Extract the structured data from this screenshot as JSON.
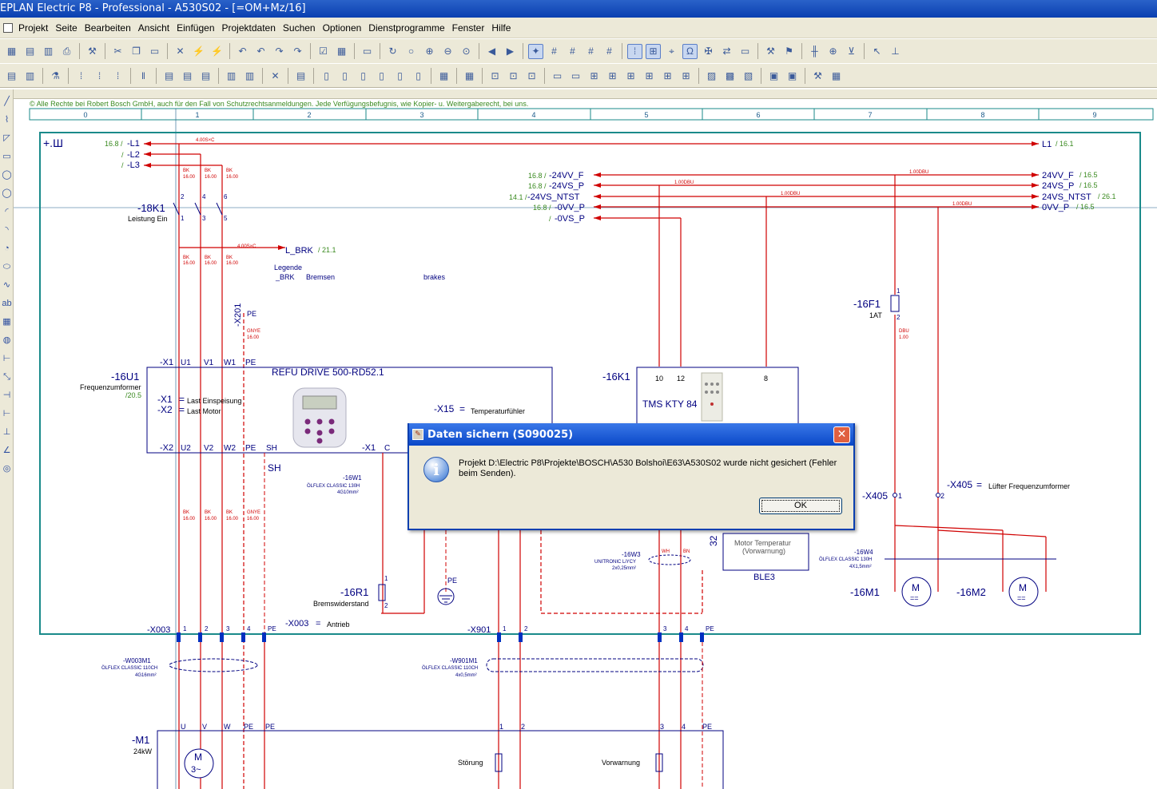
{
  "window": {
    "title": "EPLAN Electric P8 - Professional - A530S02 - [=OM+Mz/16]"
  },
  "menu": [
    "Projekt",
    "Seite",
    "Bearbeiten",
    "Ansicht",
    "Einfügen",
    "Projektdaten",
    "Suchen",
    "Optionen",
    "Dienstprogramme",
    "Fenster",
    "Hilfe"
  ],
  "drawing": {
    "copyright": "© Alle Rechte bei Robert Bosch GmbH, auch für den Fall von Schutzrechtsanmeldungen. Jede Verfügungsbefugnis, wie Kopier- u. Weitergaberecht, bei uns.",
    "columns": [
      "0",
      "1",
      "2",
      "3",
      "4",
      "5",
      "6",
      "7",
      "8",
      "9"
    ],
    "location": "+.Ш",
    "left_potentials": [
      {
        "ref": "16.8 /",
        "name": "-L1"
      },
      {
        "ref": "/",
        "name": "-L2"
      },
      {
        "ref": "/",
        "name": "-L3"
      }
    ],
    "right_l1": {
      "name": "L1",
      "ref": "/ 16.1"
    },
    "supply_left": [
      {
        "ref": "16.8 /",
        "name": "-24VV_F"
      },
      {
        "ref": "16.8 /",
        "name": "-24VS_P"
      },
      {
        "ref": "14.1 /",
        "name": "-24VS_NTST"
      },
      {
        "ref": "16.8 /",
        "name": "-0VV_P"
      },
      {
        "ref": "/",
        "name": "-0VS_P"
      }
    ],
    "supply_right": [
      {
        "name": "24VV_F",
        "ref": "/ 16.5"
      },
      {
        "name": "24VS_P",
        "ref": "/ 16.5"
      },
      {
        "name": "24VS_NTST",
        "ref": "/ 26.1"
      },
      {
        "name": "0VV_P",
        "ref": "/ 16.5"
      }
    ],
    "wire_labels": {
      "w4": "4.00S×C",
      "w1bu": "1.00DBU",
      "bk": "BK",
      "sz": "16.00",
      "gnye": "GNYE",
      "dbu": "DBU",
      "dbusz": "1.00",
      "wh": "WH",
      "bn": "BN"
    },
    "k1": {
      "tag": "-18K1",
      "desc": "Leistung Ein",
      "pins_top": [
        "2",
        "4",
        "6"
      ],
      "pins_bot": [
        "1",
        "3",
        "5"
      ]
    },
    "lbrk": {
      "name": "L_BRK",
      "ref": "/ 21.1"
    },
    "legend": {
      "title": "Legende",
      "key": "_BRK",
      "de": "Bremsen",
      "en": "brakes"
    },
    "x201": {
      "tag": "-X201",
      "pe": "PE"
    },
    "u1": {
      "tag": "-16U1",
      "desc": "Frequenzumformer",
      "ref": "/20.5",
      "title": "REFU DRIVE 500-RD52.1",
      "x1": "-X1",
      "x2": "-X2",
      "x15": "-X15",
      "x1desc": "Last Einspeisung",
      "x2desc": "Last Motor",
      "x15desc": "Temperaturfühler",
      "top_pins": [
        "U1",
        "V1",
        "W1",
        "PE"
      ],
      "bot_pins": [
        "U2",
        "V2",
        "W2",
        "PE",
        "SH"
      ],
      "x1c": "-X1",
      "c": "C",
      "sh": "SH"
    },
    "k16": {
      "tag": "-16K1",
      "title": "TMS KTY 84",
      "p10": "10",
      "p12": "12",
      "p8": "8"
    },
    "f1": {
      "tag": "-16F1",
      "rating": "1AT",
      "p1": "1",
      "p2": "2"
    },
    "x405": {
      "tag1": "-X405",
      "p1": "1",
      "tag2": "-X405",
      "p2": "2",
      "desc": "Lüfter Frequenzumformer"
    },
    "w1": {
      "tag": "-16W1",
      "type": "ÖLFLEX CLASSIC 130H",
      "size": "4G10mm²"
    },
    "r1": {
      "tag": "-16R1",
      "desc": "Bremswiderstand",
      "p1": "1",
      "p2": "2"
    },
    "pe_ground": "PE",
    "w3": {
      "tag": "-16W3",
      "type": "UNITRONIC LiYCY",
      "size": "2x0,25mm²"
    },
    "w4": {
      "tag": "-16W4",
      "type": "ÖLFLEX CLASSIC 130H",
      "size": "4X1,5mm²"
    },
    "motemp": {
      "text1": "Motor Temperatur",
      "text2": "(Vorwarnung)",
      "tag": "BLE3",
      "num": "32"
    },
    "m1": {
      "tag": "-16M1",
      "m": "M",
      "eq": "=="
    },
    "m2": {
      "tag": "-16M2",
      "m": "M",
      "eq": "=="
    },
    "x003": {
      "tag": "-X003",
      "desc": "Antrieb",
      "pins": [
        "1",
        "2",
        "3",
        "4",
        "PE"
      ]
    },
    "x901": {
      "tag": "-X901",
      "pins": [
        "1",
        "2",
        "3",
        "4",
        "PE"
      ]
    },
    "w003": {
      "tag": "-W003M1",
      "type": "ÖLFLEX CLASSIC 110CH",
      "size": "4G16mm²"
    },
    "w901": {
      "tag": "-W901M1",
      "type": "ÖLFLEX CLASSIC 110CH",
      "size": "4x0,5mm²"
    },
    "motor": {
      "tag": "-M1",
      "power": "24kW",
      "m": "M",
      "ph": "3~",
      "pins": [
        "U",
        "V",
        "W",
        "PE",
        "PE"
      ],
      "p1": "1",
      "p2": "2",
      "p3": "3",
      "p4": "4",
      "pe": "PE",
      "stoerung": "Störung",
      "vorwarnung": "Vorwarnung"
    }
  },
  "dialog": {
    "title": "Daten sichern (S090025)",
    "message": "Projekt D:\\Electric P8\\Projekte\\BOSCH\\A530 Bolshoi\\E63\\A530S02 wurde nicht gesichert (Fehler beim Senden).",
    "ok": "OK",
    "close": "✕",
    "icon": "i"
  },
  "colors": {
    "wire": "#d00000",
    "frame": "#1a8a8a",
    "text": "#000080",
    "ref": "#3a8a20",
    "terminal": "#0030c0"
  }
}
